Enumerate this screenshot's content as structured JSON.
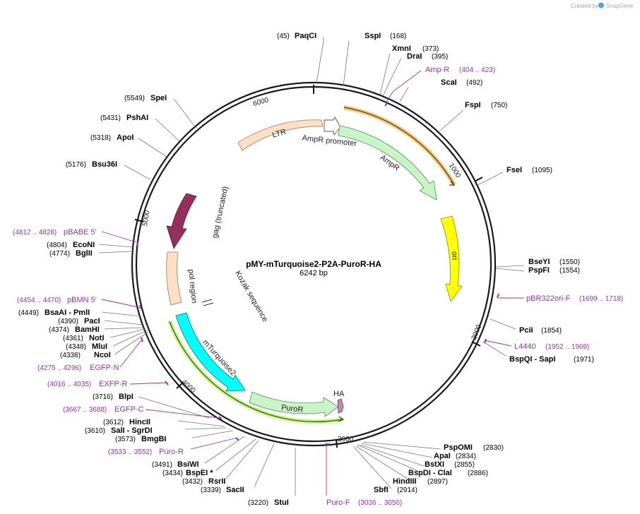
{
  "brand": {
    "created_by": "Created by",
    "app": "SnapGene"
  },
  "plasmid": {
    "name": "pMY-mTurquoise2-P2A-PuroR-HA",
    "size": "6242 bp"
  },
  "ticks": [
    "6000",
    "1000",
    "2000",
    "3000",
    "4000",
    "5000"
  ],
  "features": {
    "ltr": "LTR",
    "ampr_promoter": "AmpR promoter",
    "ampr": "AmpR",
    "ori": "ori",
    "gag": "gag (truncated)",
    "pol": "pol region",
    "kozak": "Kozak sequence",
    "mturq": "mTurquoise2",
    "puror": "PuroR",
    "ha": "HA"
  },
  "sites": [
    {
      "name": "PaqCI",
      "pos": "(45)"
    },
    {
      "name": "SspI",
      "pos": "(168)"
    },
    {
      "name": "XmnI",
      "pos": "(373)"
    },
    {
      "name": "DraI",
      "pos": "(395)"
    },
    {
      "name": "ScaI",
      "pos": "(492)"
    },
    {
      "name": "FspI",
      "pos": "(750)"
    },
    {
      "name": "FseI",
      "pos": "(1095)"
    },
    {
      "name": "BseYI",
      "pos": "(1550)"
    },
    {
      "name": "PspFI",
      "pos": "(1554)"
    },
    {
      "name": "PciI",
      "pos": "(1854)"
    },
    {
      "name": "BspQI - SapI",
      "pos": "(1971)"
    },
    {
      "name": "PspOMI",
      "pos": "(2830)"
    },
    {
      "name": "ApaI",
      "pos": "(2834)"
    },
    {
      "name": "BstXI",
      "pos": "(2855)"
    },
    {
      "name": "BspDI - ClaI",
      "pos": "(2886)"
    },
    {
      "name": "HindIII",
      "pos": "(2897)"
    },
    {
      "name": "SbfI",
      "pos": "(2914)"
    },
    {
      "name": "StuI",
      "pos": "(3220)"
    },
    {
      "name": "SacII",
      "pos": "(3339)"
    },
    {
      "name": "RsrII",
      "pos": "(3432)"
    },
    {
      "name": "BspEI *",
      "pos": "(3434)"
    },
    {
      "name": "BsiWI",
      "pos": "(3491)"
    },
    {
      "name": "BmgBI",
      "pos": "(3573)"
    },
    {
      "name": "SalI - SgrDI",
      "pos": "(3610)"
    },
    {
      "name": "HincII",
      "pos": "(3612)"
    },
    {
      "name": "BlpI",
      "pos": "(3716)"
    },
    {
      "name": "NcoI",
      "pos": "(4338)"
    },
    {
      "name": "MluI",
      "pos": "(4348)"
    },
    {
      "name": "NotI",
      "pos": "(4361)"
    },
    {
      "name": "BamHI",
      "pos": "(4374)"
    },
    {
      "name": "PacI",
      "pos": "(4390)"
    },
    {
      "name": "BsaAI - PmlI",
      "pos": "(4449)"
    },
    {
      "name": "BglII",
      "pos": "(4774)"
    },
    {
      "name": "EcoNI",
      "pos": "(4804)"
    },
    {
      "name": "Bsu36I",
      "pos": "(5176)"
    },
    {
      "name": "ApoI",
      "pos": "(5318)"
    },
    {
      "name": "PshAI",
      "pos": "(5431)"
    },
    {
      "name": "SpeI",
      "pos": "(5549)"
    }
  ],
  "primers": [
    {
      "name": "Amp-R",
      "pos": "(404 .. 423)"
    },
    {
      "name": "pBR322ori-F",
      "pos": "(1699 .. 1718)"
    },
    {
      "name": "L4440",
      "pos": "(1952 .. 1969)"
    },
    {
      "name": "Puro-F",
      "pos": "(3036 .. 3056)"
    },
    {
      "name": "Puro-R",
      "pos": "(3533 .. 3552)"
    },
    {
      "name": "EGFP-C",
      "pos": "(3667 .. 3688)"
    },
    {
      "name": "EXFP-R",
      "pos": "(4016 .. 4035)"
    },
    {
      "name": "EGFP-N",
      "pos": "(4275 .. 4296)"
    },
    {
      "name": "pBMN 5'",
      "pos": "(4454 .. 4470)"
    },
    {
      "name": "pBABE 5'",
      "pos": "(4812 .. 4828)"
    }
  ],
  "colors": {
    "backbone": "#1a1a1a",
    "ltr": "#fbe0c6",
    "ampr": "#c8f5c8",
    "ori": "#ffff00",
    "gag": "#972f5c",
    "pol": "#fbe0c6",
    "mturq": "#00ffff",
    "puror": "#c8f5c8",
    "ha": "#c48aa7",
    "primer": "#9b2fc9"
  }
}
